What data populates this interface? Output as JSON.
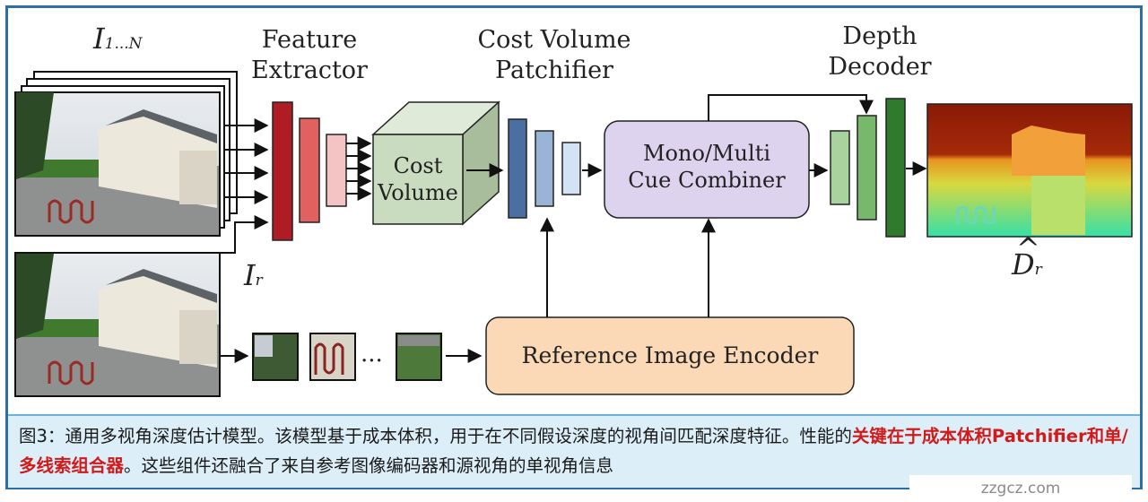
{
  "labels": {
    "input_images": "I",
    "input_images_sub": "1...N",
    "ref_image": "I",
    "ref_image_sub": "r",
    "feature_extractor_1": "Feature",
    "feature_extractor_2": "Extractor",
    "cost_volume_1": "Cost",
    "cost_volume_2": "Volume",
    "patchifier_1": "Cost Volume",
    "patchifier_2": "Patchifier",
    "combiner_1": "Mono/Multi",
    "combiner_2": "Cue Combiner",
    "depth_decoder_1": "Depth",
    "depth_decoder_2": "Decoder",
    "output": "D",
    "output_hat": "^",
    "output_sub": "r",
    "ref_encoder": "Reference Image Encoder",
    "ellipsis": "..."
  },
  "caption": {
    "part1": "图3：通用多视角深度估计模型。该模型基于成本体积，用于在不同假设深度的视角间匹配深度特征。性能的",
    "highlight": "关键在于成本体积Patchifier和单/多线索组合器",
    "part2": "。这些组件还融合了来自参考图像编码器和源视角的单视角信息"
  },
  "watermark": "zzgcz.com",
  "colors": {
    "frame_border": "#2c6fa6",
    "caption_bg": "#dceef8",
    "highlight": "#d11a1a",
    "feature_red": "#b01c24",
    "cost_volume_green": "#c9dcc0",
    "patchifier_blue": "#4a6fa0",
    "combiner_lavender": "#ddd3ee",
    "decoder_green": "#2f7a2c",
    "encoder_orange": "#fbd9b6"
  }
}
